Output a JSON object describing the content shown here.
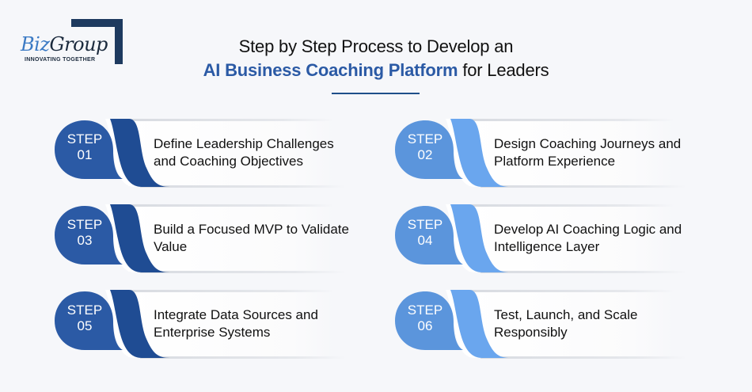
{
  "logo": {
    "brand_part1": "Biz",
    "brand_part2": "Group",
    "tagline": "INNOVATING TOGETHER"
  },
  "header": {
    "title_line1": "Step by Step Process to Develop an",
    "title_highlight": "AI Business Coaching Platform",
    "title_suffix": " for Leaders"
  },
  "colors": {
    "dark_blue": "#2b5aa5",
    "dark_blue_swoosh": "#1f4c93",
    "light_blue": "#5b95dc",
    "light_blue_swoosh": "#6aa6ee",
    "background": "#f6f7fa",
    "accent_rule": "#1f4f8a"
  },
  "steps": [
    {
      "step_word": "STEP",
      "number": "01",
      "text": "Define Leadership Challenges and Coaching Objectives",
      "variant": "dark"
    },
    {
      "step_word": "STEP",
      "number": "02",
      "text": "Design Coaching Journeys and Platform Experience",
      "variant": "light"
    },
    {
      "step_word": "STEP",
      "number": "03",
      "text": "Build a Focused MVP to Validate Value",
      "variant": "dark"
    },
    {
      "step_word": "STEP",
      "number": "04",
      "text": "Develop AI Coaching Logic and Intelligence Layer",
      "variant": "light"
    },
    {
      "step_word": "STEP",
      "number": "05",
      "text": "Integrate Data Sources and Enterprise Systems",
      "variant": "dark"
    },
    {
      "step_word": "STEP",
      "number": "06",
      "text": "Test, Launch, and Scale Responsibly",
      "variant": "light"
    }
  ]
}
